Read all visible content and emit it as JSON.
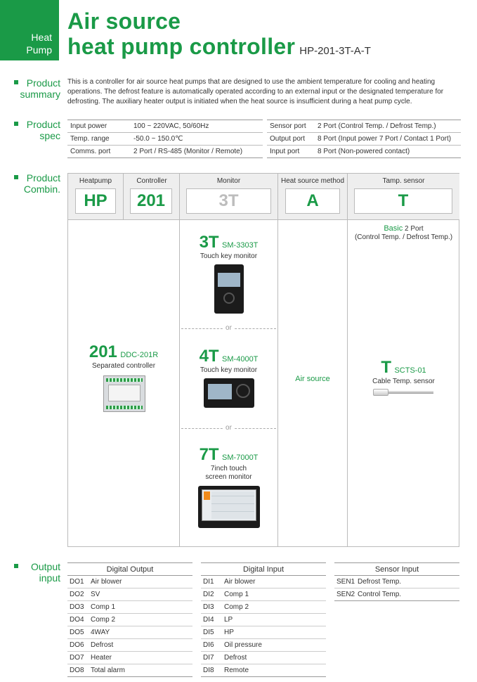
{
  "header": {
    "tag_line1": "Heat",
    "tag_line2": "Pump",
    "title_line1": "Air source",
    "title_line2": "heat pump controller",
    "model": "HP-201-3T-A-T"
  },
  "summary": {
    "label_line1": "Product",
    "label_line2": "summary",
    "text": "This is a controller for air source heat pumps that are designed to use the ambient temperature for cooling and heating operations. The defrost feature is automatically operated according to an external input or the designated temperature for defrosting. The auxiliary heater output is initiated when the heat source is insufficient during a heat pump cycle."
  },
  "spec": {
    "label_line1": "Product",
    "label_line2": "spec",
    "left": [
      {
        "key": "Input power",
        "value": "100 ~ 220VAC, 50/60Hz"
      },
      {
        "key": "Temp. range",
        "value": "-50.0 ~ 150.0℃"
      },
      {
        "key": "Comms. port",
        "value": "2 Port / RS-485 (Monitor / Remote)"
      }
    ],
    "right": [
      {
        "key": "Sensor port",
        "value": "2 Port (Control Temp. / Defrost Temp.)"
      },
      {
        "key": "Output port",
        "value": "8 Port (Input power 7 Port / Contact 1 Port)"
      },
      {
        "key": "Input port",
        "value": "8 Port (Non-powered contact)"
      }
    ]
  },
  "combination": {
    "label_line1": "Product",
    "label_line2": "Combin.",
    "headers": [
      {
        "label": "Heatpump",
        "code": "HP"
      },
      {
        "label": "Controller",
        "code": "201"
      },
      {
        "label": "Monitor",
        "code": "3T"
      },
      {
        "label": "Heat source method",
        "code": "A"
      },
      {
        "label": "Tamp. sensor",
        "code": "T"
      }
    ],
    "controller": {
      "code": "201",
      "model": "DDC-201R",
      "desc": "Separated controller"
    },
    "monitors": [
      {
        "code": "3T",
        "model": "SM-3303T",
        "desc1": "Touch key monitor",
        "desc2": ""
      },
      {
        "code": "4T",
        "model": "SM-4000T",
        "desc1": "Touch key monitor",
        "desc2": ""
      },
      {
        "code": "7T",
        "model": "SM-7000T",
        "desc1": "7inch touch",
        "desc2": "screen monitor"
      }
    ],
    "or_text": "or",
    "heat_source": "Air source",
    "sensor": {
      "basic_label": "Basic",
      "basic_text": " 2 Port",
      "basic_detail": "(Control Temp. / Defrost Temp.)",
      "code": "T",
      "model": "SCTS-01",
      "desc": "Cable Temp. sensor"
    }
  },
  "output": {
    "label_line1": "Output",
    "label_line2": "input",
    "digital_output": {
      "title": "Digital Output",
      "rows": [
        {
          "code": "DO1",
          "name": "Air blower"
        },
        {
          "code": "DO2",
          "name": "SV"
        },
        {
          "code": "DO3",
          "name": "Comp 1"
        },
        {
          "code": "DO4",
          "name": "Comp 2"
        },
        {
          "code": "DO5",
          "name": "4WAY"
        },
        {
          "code": "DO6",
          "name": "Defrost"
        },
        {
          "code": "DO7",
          "name": "Heater"
        },
        {
          "code": "DO8",
          "name": "Total alarm"
        }
      ]
    },
    "digital_input": {
      "title": "Digital Input",
      "rows": [
        {
          "code": "DI1",
          "name": "Air blower"
        },
        {
          "code": "DI2",
          "name": "Comp 1"
        },
        {
          "code": "DI3",
          "name": "Comp 2"
        },
        {
          "code": "DI4",
          "name": "LP"
        },
        {
          "code": "DI5",
          "name": "HP"
        },
        {
          "code": "DI6",
          "name": "Oil pressure"
        },
        {
          "code": "DI7",
          "name": "Defrost"
        },
        {
          "code": "DI8",
          "name": "Remote"
        }
      ]
    },
    "sensor_input": {
      "title": "Sensor Input",
      "rows": [
        {
          "code": "SEN1",
          "name": "Defrost Temp."
        },
        {
          "code": "SEN2",
          "name": "Control Temp."
        }
      ]
    }
  }
}
